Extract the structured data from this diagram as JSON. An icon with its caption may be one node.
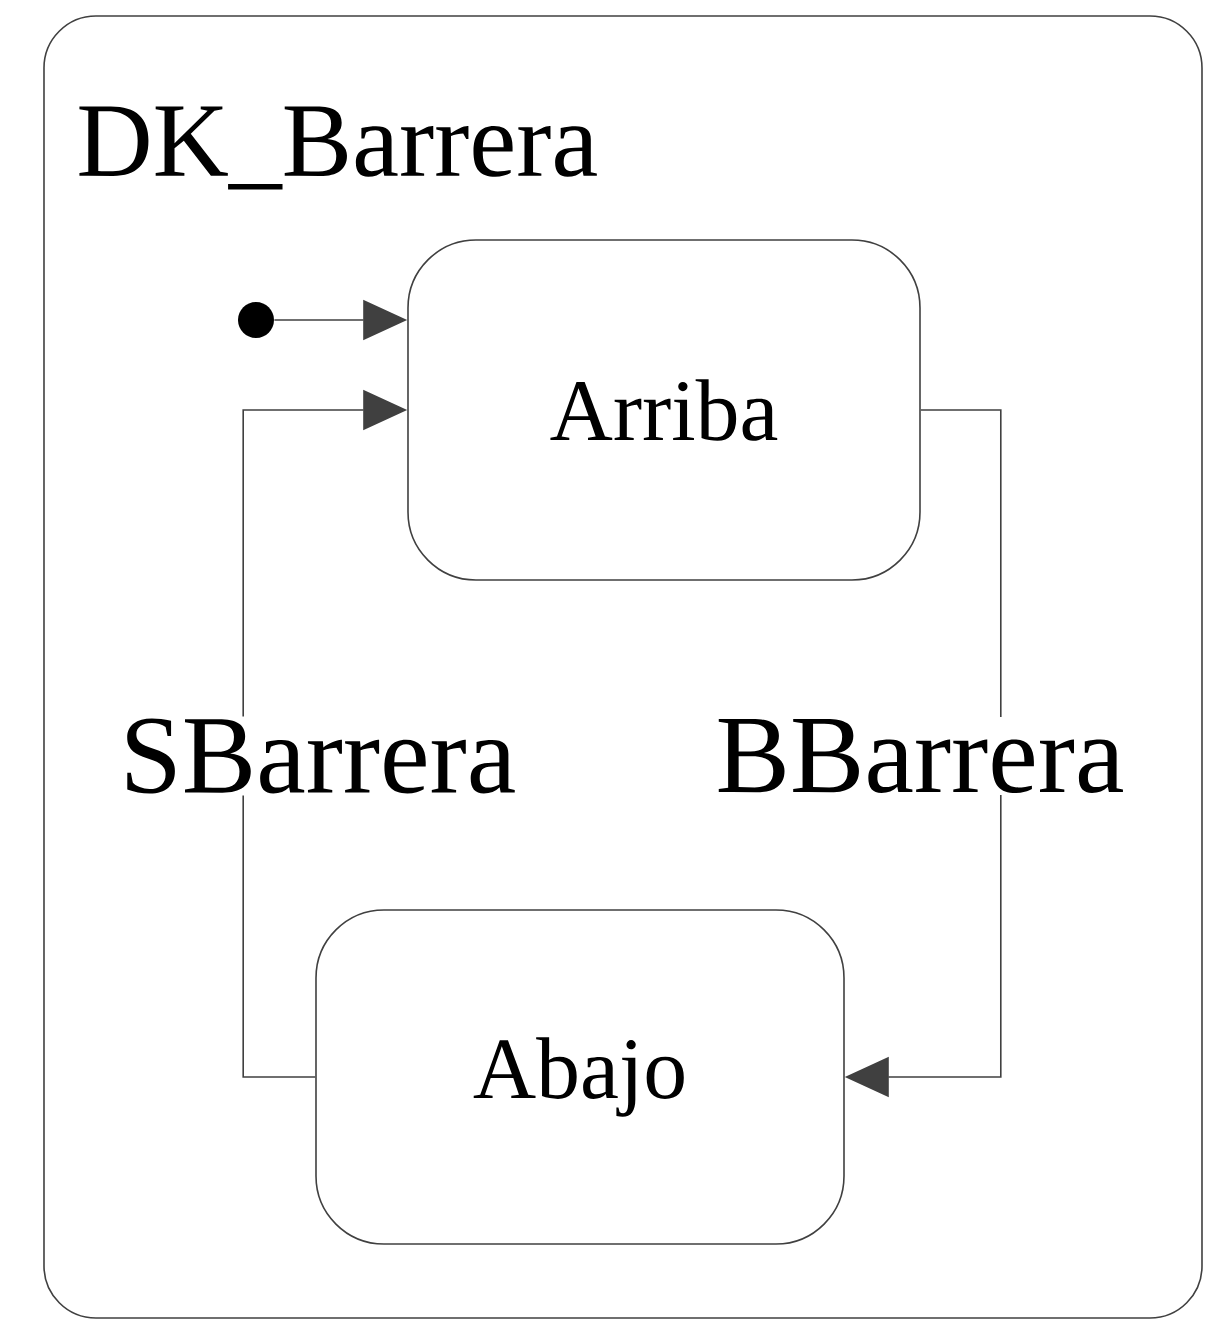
{
  "diagram": {
    "nodes": [
      {
        "text": [
          "DK_Barrera"
        ]
      },
      {
        "text": [],
        "shape": "circle",
        "in": 0
      },
      {
        "text": [
          "Arriba"
        ],
        "in": 0
      },
      {
        "text": [
          "Abajo"
        ],
        "in": 0
      }
    ],
    "edges": [
      {
        "from": 1,
        "to": 2,
        "arrow": "to"
      },
      {
        "from": 2,
        "to": 3,
        "arrow": "to",
        "label": "BBarrera"
      },
      {
        "from": 3,
        "to": 2,
        "arrow": "to",
        "label": "SBarrera"
      }
    ]
  }
}
